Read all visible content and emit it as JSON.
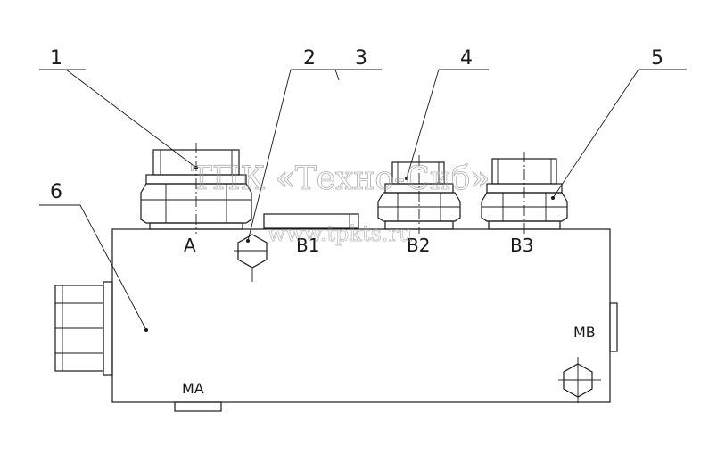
{
  "callouts": [
    "1",
    "2",
    "3",
    "4",
    "5",
    "6"
  ],
  "ports": {
    "a": "A",
    "b1": "B1",
    "b2": "B2",
    "b3": "B3",
    "ma": "MA",
    "mb": "MB"
  },
  "watermark": {
    "line1": "ТПК «Техно-Сиб»",
    "line2": "www.tpkts.ru"
  },
  "colors": {
    "line": "#1a1a1a",
    "watermark": "#9a9a9a",
    "background": "#ffffff"
  }
}
